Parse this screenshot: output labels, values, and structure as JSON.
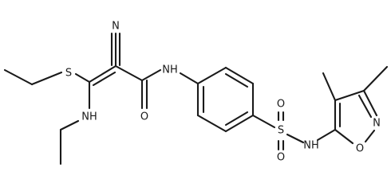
{
  "molecule": {
    "atoms": {
      "nitrile_n": "N",
      "sulfur": "S",
      "amide_nh": "NH",
      "nh_ethyl": "NH",
      "amide_o": "O",
      "sulfonyl_o_left": "O",
      "sulfonyl_o_right": "O",
      "sulfonyl_s": "S",
      "sulfonamide_nh": "NH",
      "isoxazole_n": "N",
      "isoxazole_o": "O"
    }
  },
  "colors": {
    "ink": "#1a1a1a",
    "background": "#ffffff"
  }
}
